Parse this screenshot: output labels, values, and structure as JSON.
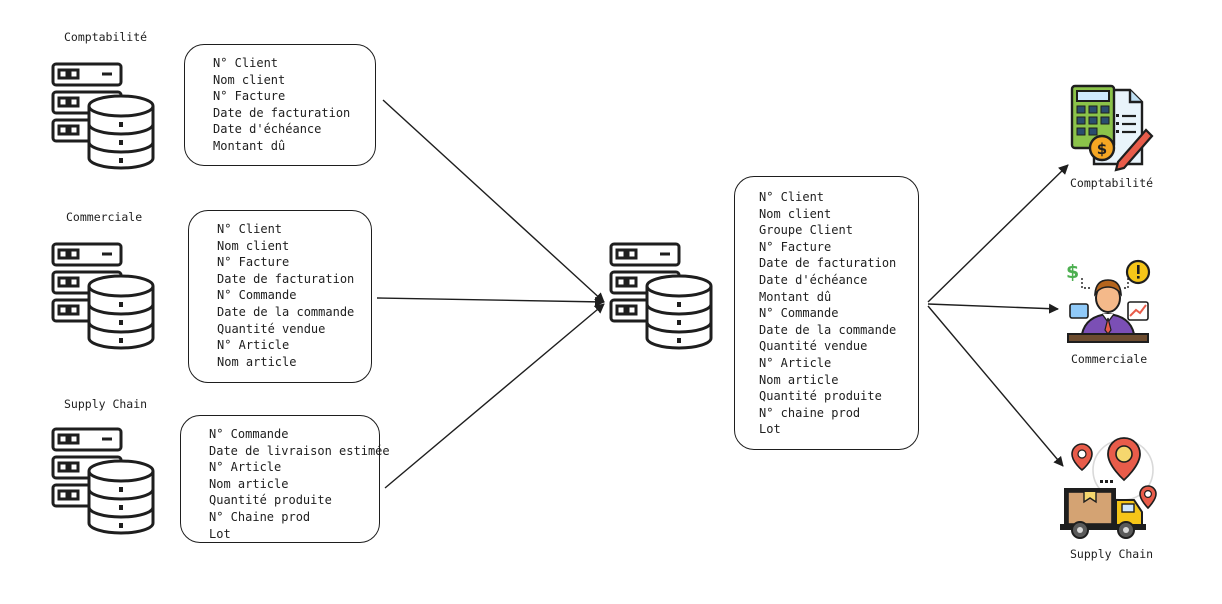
{
  "sources": [
    {
      "label": "Comptabilité",
      "fields": [
        "N° Client",
        "Nom client",
        "N° Facture",
        "Date de facturation",
        "Date d'échéance",
        "Montant dû"
      ]
    },
    {
      "label": "Commerciale",
      "fields": [
        "N° Client",
        "Nom client",
        "N° Facture",
        "Date de facturation",
        "N° Commande",
        "Date de la commande",
        "Quantité vendue",
        "N° Article",
        "Nom article"
      ]
    },
    {
      "label": "Supply Chain",
      "fields": [
        "N° Commande",
        "Date de livraison estimée",
        "N° Article",
        "Nom article",
        "Quantité produite",
        "N° Chaine prod",
        "Lot"
      ]
    }
  ],
  "central": {
    "fields": [
      "N° Client",
      "Nom client",
      "Groupe Client",
      "N° Facture",
      "Date de facturation",
      "Date d'échéance",
      "Montant dû",
      "N° Commande",
      "Date de la commande",
      "Quantité vendue",
      "N° Article",
      "Nom article",
      "Quantité produite",
      "N° chaine prod",
      "Lot"
    ]
  },
  "targets": [
    {
      "label": "Comptabilité",
      "icon": "accounting-calculator-icon"
    },
    {
      "label": "Commerciale",
      "icon": "businessman-icon"
    },
    {
      "label": "Supply Chain",
      "icon": "delivery-truck-icon"
    }
  ],
  "colors": {
    "stroke": "#1e1e1e",
    "accent_green": "#8bc34a",
    "accent_orange": "#f5a623",
    "accent_red": "#e85c4a"
  }
}
